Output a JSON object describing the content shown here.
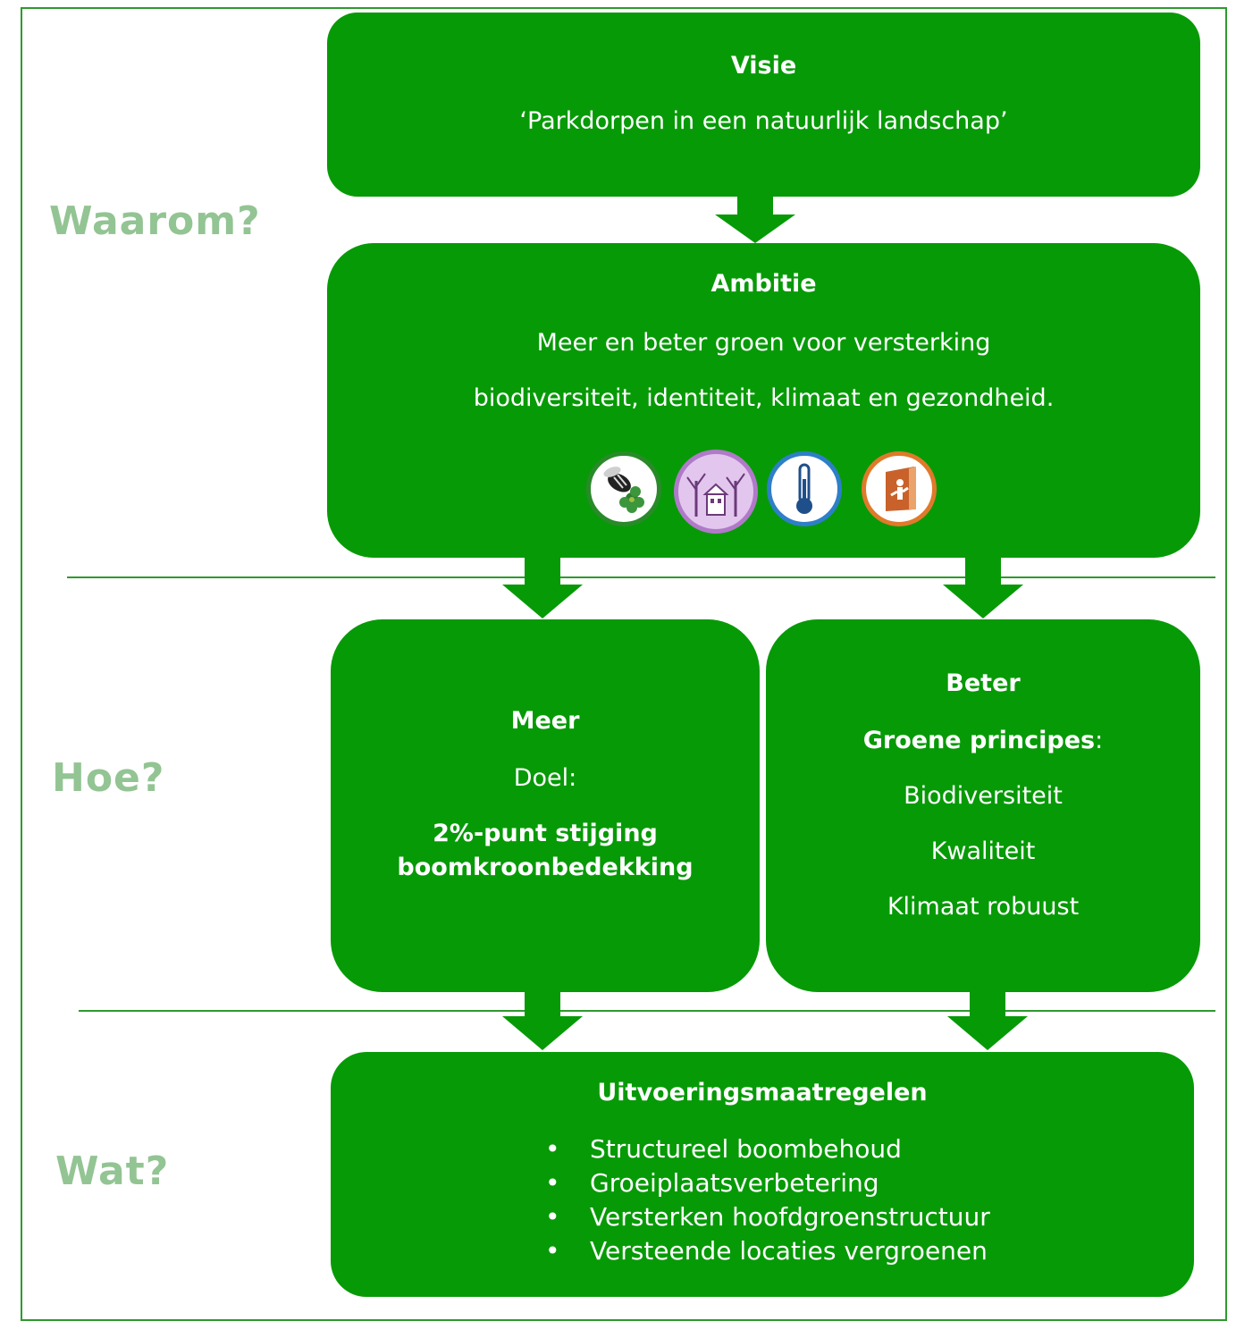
{
  "labels": {
    "waarom": "Waarom?",
    "hoe": "Hoe?",
    "wat": "Wat?"
  },
  "visie": {
    "title": "Visie",
    "text": "‘Parkdorpen in een natuurlijk landschap’"
  },
  "ambitie": {
    "title": "Ambitie",
    "line1": "Meer en beter groen voor versterking",
    "line2": "biodiversiteit, identiteit, klimaat en gezondheid.",
    "icons": [
      "bee-on-flower-icon",
      "trees-house-icon",
      "thermometer-icon",
      "person-door-icon"
    ]
  },
  "meer": {
    "title": "Meer",
    "doel": "Doel:",
    "goal_line1": "2%-punt stijging",
    "goal_line2": "boomkroonbedekking"
  },
  "beter": {
    "title": "Beter",
    "subtitle": "Groene principes",
    "colon": ":",
    "items": [
      "Biodiversiteit",
      "Kwaliteit",
      "Klimaat robuust"
    ]
  },
  "uitvoering": {
    "title": "Uitvoeringsmaatregelen",
    "items": [
      "Structureel boombehoud",
      "Groeiplaatsverbetering",
      "Versterken hoofdgroenstructuur",
      "Versteende locaties vergroenen"
    ]
  },
  "colors": {
    "box": "#079a07",
    "label": "#93c493",
    "line": "#2e9a2e"
  }
}
